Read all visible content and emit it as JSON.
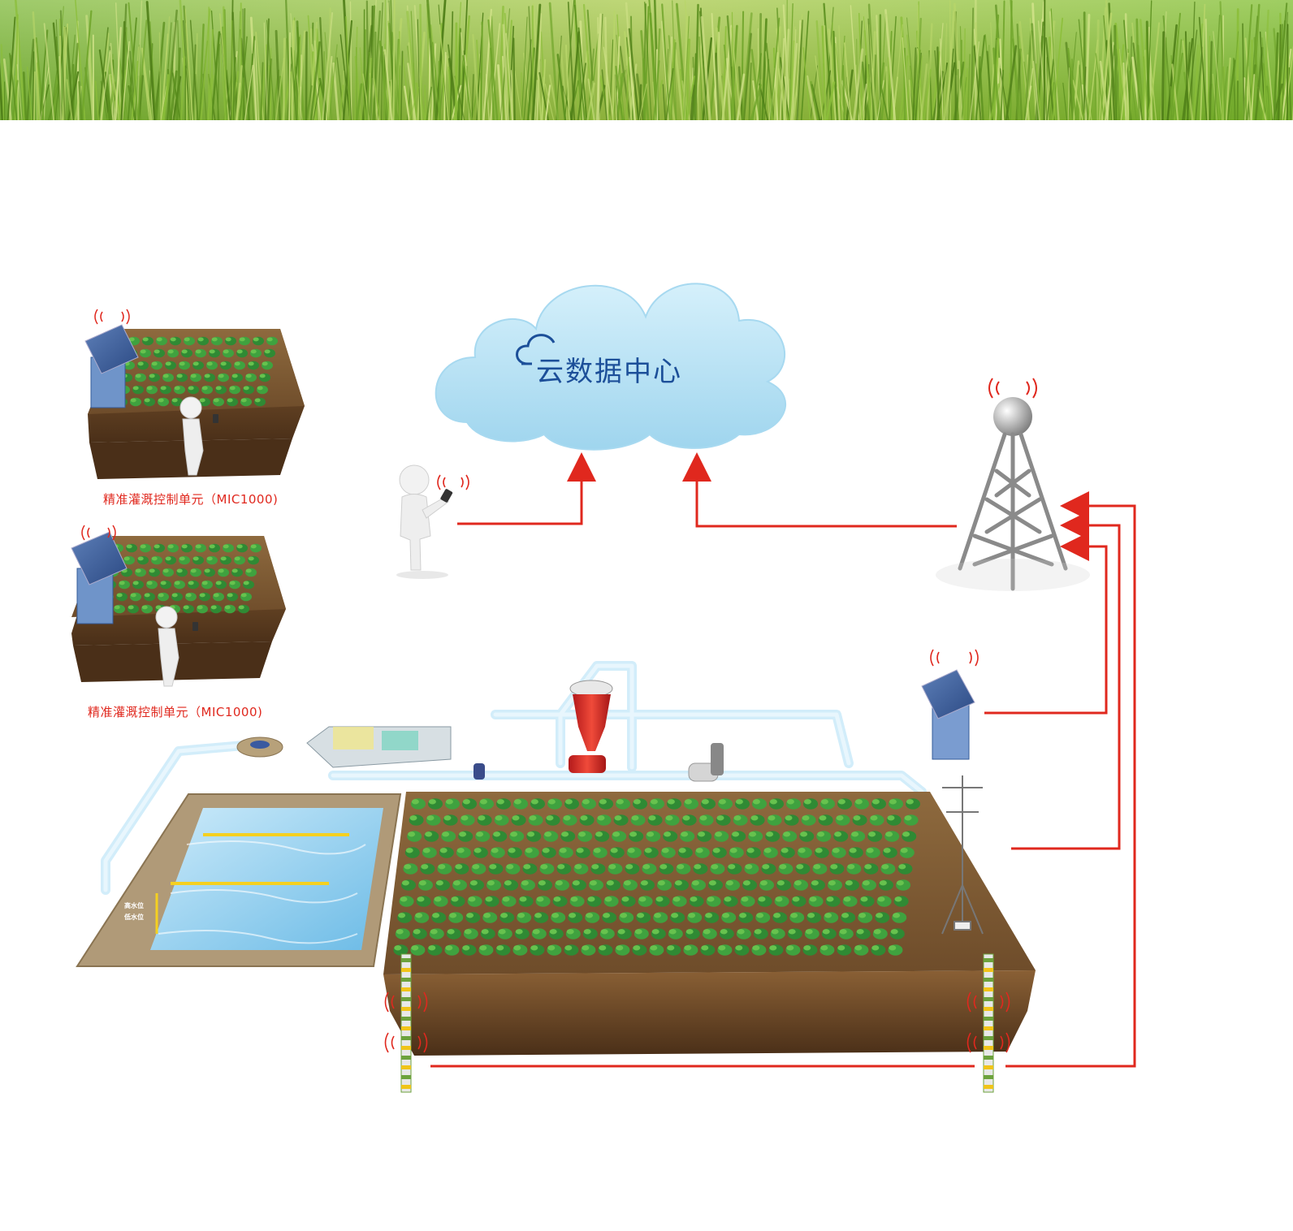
{
  "cloud": {
    "title": "云数据中心"
  },
  "control_units": [
    {
      "label": "精准灌溉控制单元（MIC1000)"
    },
    {
      "label": "精准灌溉控制单元（MIC1000)"
    }
  ],
  "pond": {
    "high_level": "高水位",
    "low_level": "低水位"
  },
  "colors": {
    "link": "#e0281e",
    "cloud_text": "#1c4f99",
    "grass": "#7ab82c",
    "soil": "#6b4a2c",
    "water": "#8fd0ef",
    "filter": "#d92a22"
  }
}
